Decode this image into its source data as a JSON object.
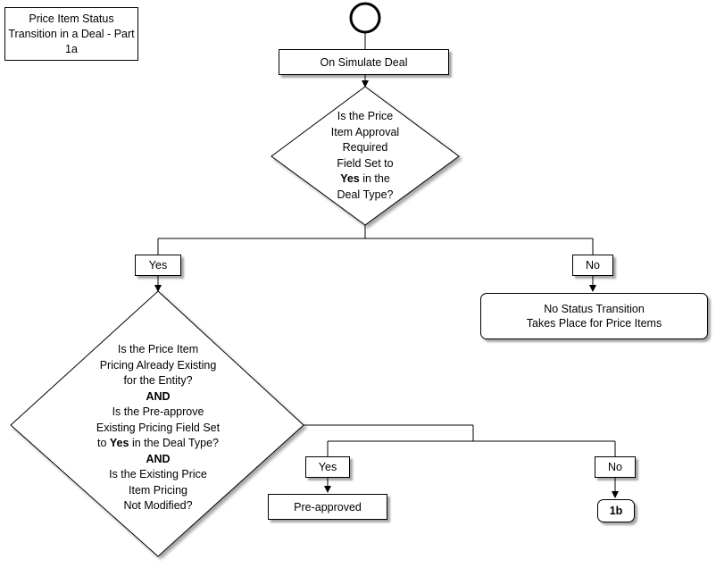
{
  "title": "Price Item Status Transition in a Deal - Part 1a",
  "start": "On Simulate Deal",
  "decision1": {
    "line1": "Is the Price",
    "line2": "Item Approval",
    "line3": "Required",
    "line4": "Field Set to",
    "line5_bold": "Yes",
    "line5_rest": " in the",
    "line6": "Deal Type?"
  },
  "yes1": "Yes",
  "no1": "No",
  "no_transition": {
    "line1": "No Status Transition",
    "line2": "Takes Place for Price Items"
  },
  "decision2": {
    "line1": "Is the Price Item",
    "line2": "Pricing Already Existing",
    "line3": "for the Entity?",
    "and1": "AND",
    "line4": "Is the Pre-approve",
    "line5": "Existing Pricing Field Set",
    "line6_pre": "to ",
    "line6_bold": "Yes",
    "line6_rest": " in the Deal Type?",
    "and2": "AND",
    "line7": "Is the Existing Price",
    "line8": "Item Pricing",
    "line9": "Not Modified?"
  },
  "yes2": "Yes",
  "no2": "No",
  "preapproved": "Pre-approved",
  "connector": "1b"
}
